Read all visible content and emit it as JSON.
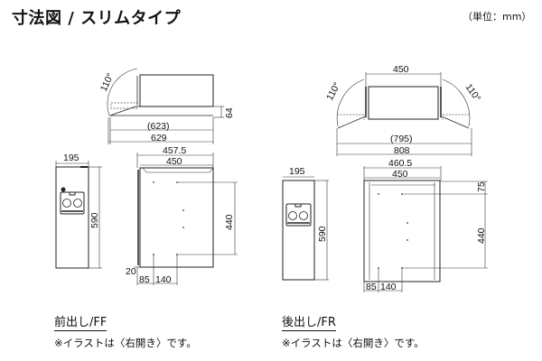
{
  "header": {
    "title": "寸法図 / スリムタイプ",
    "unit": "（単位：mm）"
  },
  "front_type": {
    "label": "前出し/FF",
    "note": "※イラストは〈右開き〉です。",
    "top_view": {
      "angle": "110°",
      "depth": "64",
      "inner_width": "(623)",
      "total_width": "629"
    },
    "side_view": {
      "width": "195",
      "height": "590"
    },
    "front_view": {
      "outer_width": "457.5",
      "width": "450",
      "hole_pitch_v": "440",
      "bottom_offset": "20",
      "left_offset": "85",
      "hole_pitch_h": "140"
    }
  },
  "rear_type": {
    "label": "後出し/FR",
    "note": "※イラストは〈右開き〉です。",
    "top_view": {
      "width": "450",
      "angle_left": "110°",
      "angle_right": "110°",
      "inner_width": "(795)",
      "total_width": "808"
    },
    "side_view": {
      "width": "195",
      "height": "590"
    },
    "front_view": {
      "outer_width": "460.5",
      "width": "450",
      "top_offset": "75",
      "hole_pitch_v": "440",
      "left_offset": "85",
      "hole_pitch_h": "140"
    }
  }
}
